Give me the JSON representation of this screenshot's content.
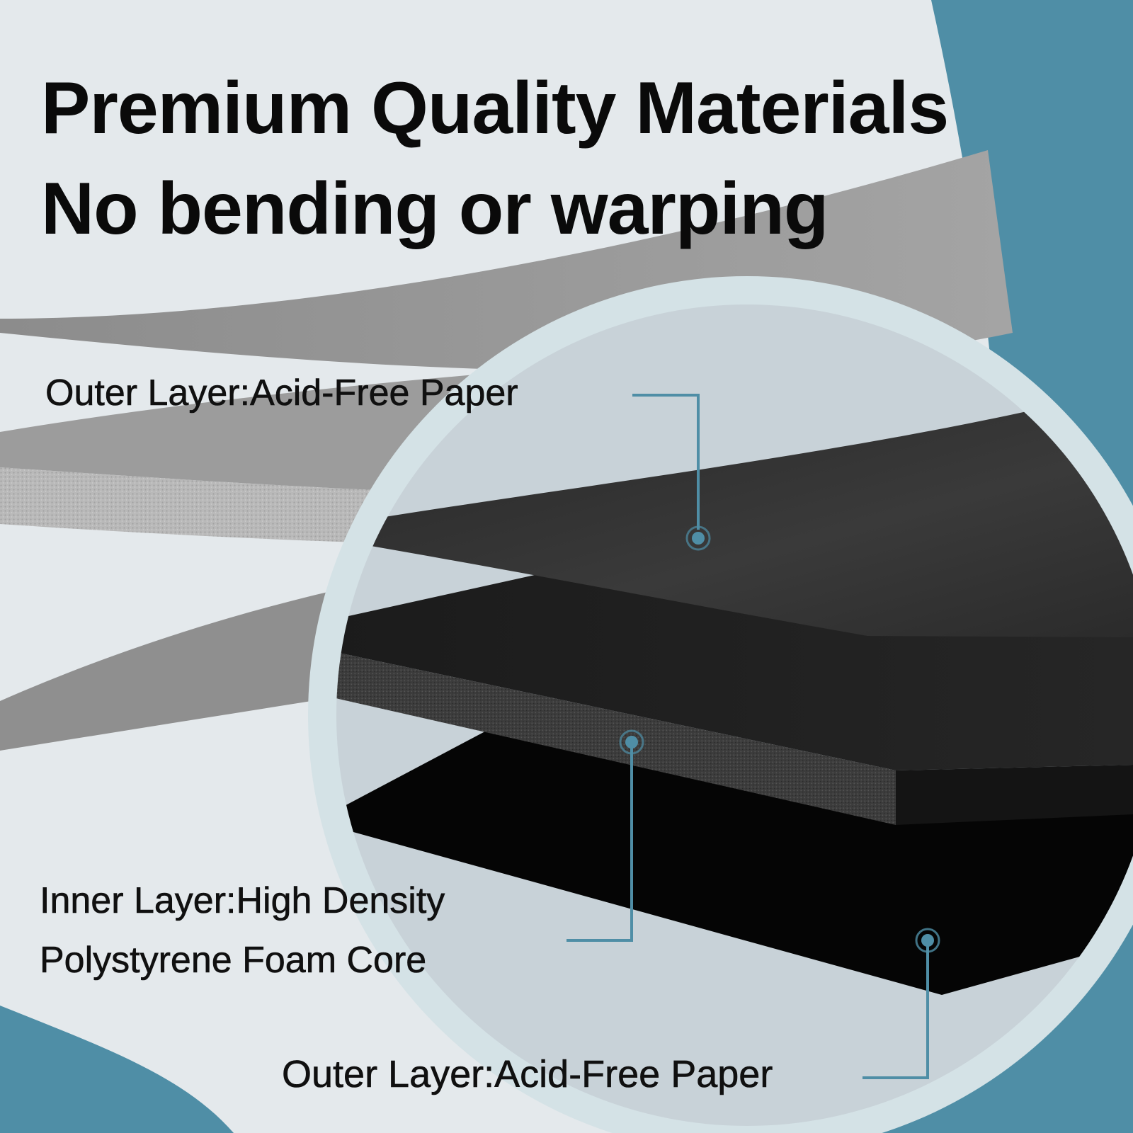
{
  "headline": {
    "line1": "Premium Quality Materials",
    "line2": "No bending or warping"
  },
  "callouts": {
    "outer_top": "Outer Layer:Acid-Free Paper",
    "inner_line1": "Inner Layer:High Density",
    "inner_line2": "Polystyrene Foam Core",
    "outer_bottom": "Outer Layer:Acid-Free Paper"
  },
  "colors": {
    "background": "#e4e9ec",
    "accent_teal": "#4f8ea6",
    "zoom_circle": "#c8d2d8",
    "zoom_ring": "#c9dde2",
    "board_black": "#1c1c1c",
    "foam_grey": "#b4b4b4",
    "text": "#0a0a0a"
  },
  "icons": {
    "pointer": "callout-dot-icon"
  }
}
